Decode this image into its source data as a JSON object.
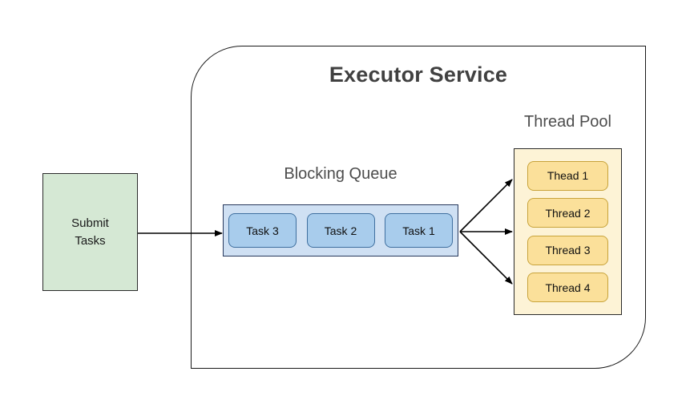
{
  "diagram": {
    "title": "Executor Service",
    "background_color": "#ffffff"
  },
  "submit": {
    "label": "Submit\nTasks",
    "fill_color": "#d5e8d4",
    "border_color": "#2b2b2b"
  },
  "queue": {
    "title": "Blocking Queue",
    "fill_color": "#cfe0f3",
    "border_color": "#27385c",
    "task_fill_color": "#a8ccec",
    "task_border_color": "#3f6f9f",
    "tasks": [
      {
        "label": "Task 3"
      },
      {
        "label": "Task 2"
      },
      {
        "label": "Task 1"
      }
    ]
  },
  "pool": {
    "title": "Thread Pool",
    "fill_color": "#fdf3d6",
    "border_color": "#2b2b2b",
    "thread_fill_color": "#fbe09a",
    "thread_border_color": "#c8a33a",
    "threads": [
      {
        "label": "Thead 1"
      },
      {
        "label": "Thread 2"
      },
      {
        "label": "Thread 3"
      },
      {
        "label": "Thread 4"
      }
    ]
  },
  "connectors": {
    "arrow_color": "#000000",
    "submit_to_queue": "arrow-submit-to-queue",
    "queue_to_thread1": "arrow-queue-to-thread-1",
    "queue_to_thread2": "arrow-queue-to-thread-2",
    "queue_to_thread4": "arrow-queue-to-thread-4"
  }
}
